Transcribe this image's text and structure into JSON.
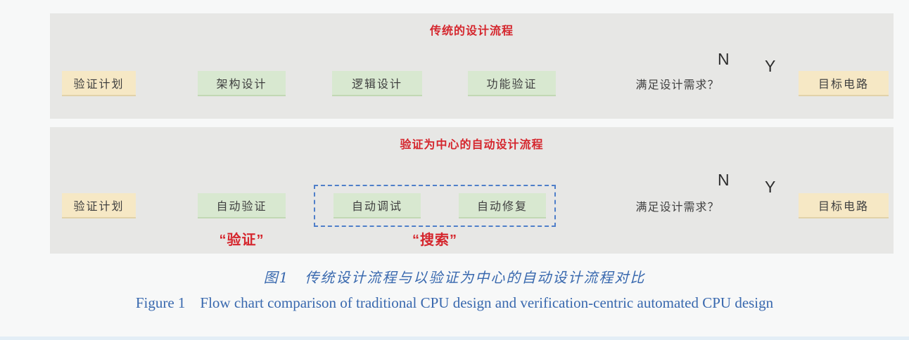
{
  "p1": {
    "title": "传统的设计流程",
    "n1": "验证计划",
    "n2": "架构设计",
    "n3": "逻辑设计",
    "n4": "功能验证",
    "decision": "满足设计需求？",
    "end": "目标电路",
    "no": "N",
    "yes": "Y"
  },
  "p2": {
    "title": "验证为中心的自动设计流程",
    "n1": "验证计划",
    "n2": "自动验证",
    "n3": "自动调试",
    "n4": "自动修复",
    "decision": "满足设计需求？",
    "end": "目标电路",
    "no": "N",
    "yes": "Y",
    "label_verify": "“验证”",
    "label_search": "“搜索”"
  },
  "caption": {
    "zh": "图1　传统设计流程与以验证为中心的自动设计流程对比",
    "en": "Figure 1　Flow chart comparison of traditional CPU design and verification-centric automated CPU design"
  },
  "colors": {
    "background": "#f7f8f8",
    "panel": "#e7e7e5",
    "terminal_box": "#f6e8c5",
    "process_box": "#d8e8d0",
    "diamond": "#d2d2d0",
    "arrow": "#a0c78f",
    "title_red": "#d5262d",
    "dashed_border": "#4f7fc9",
    "caption_blue": "#3868ae"
  }
}
